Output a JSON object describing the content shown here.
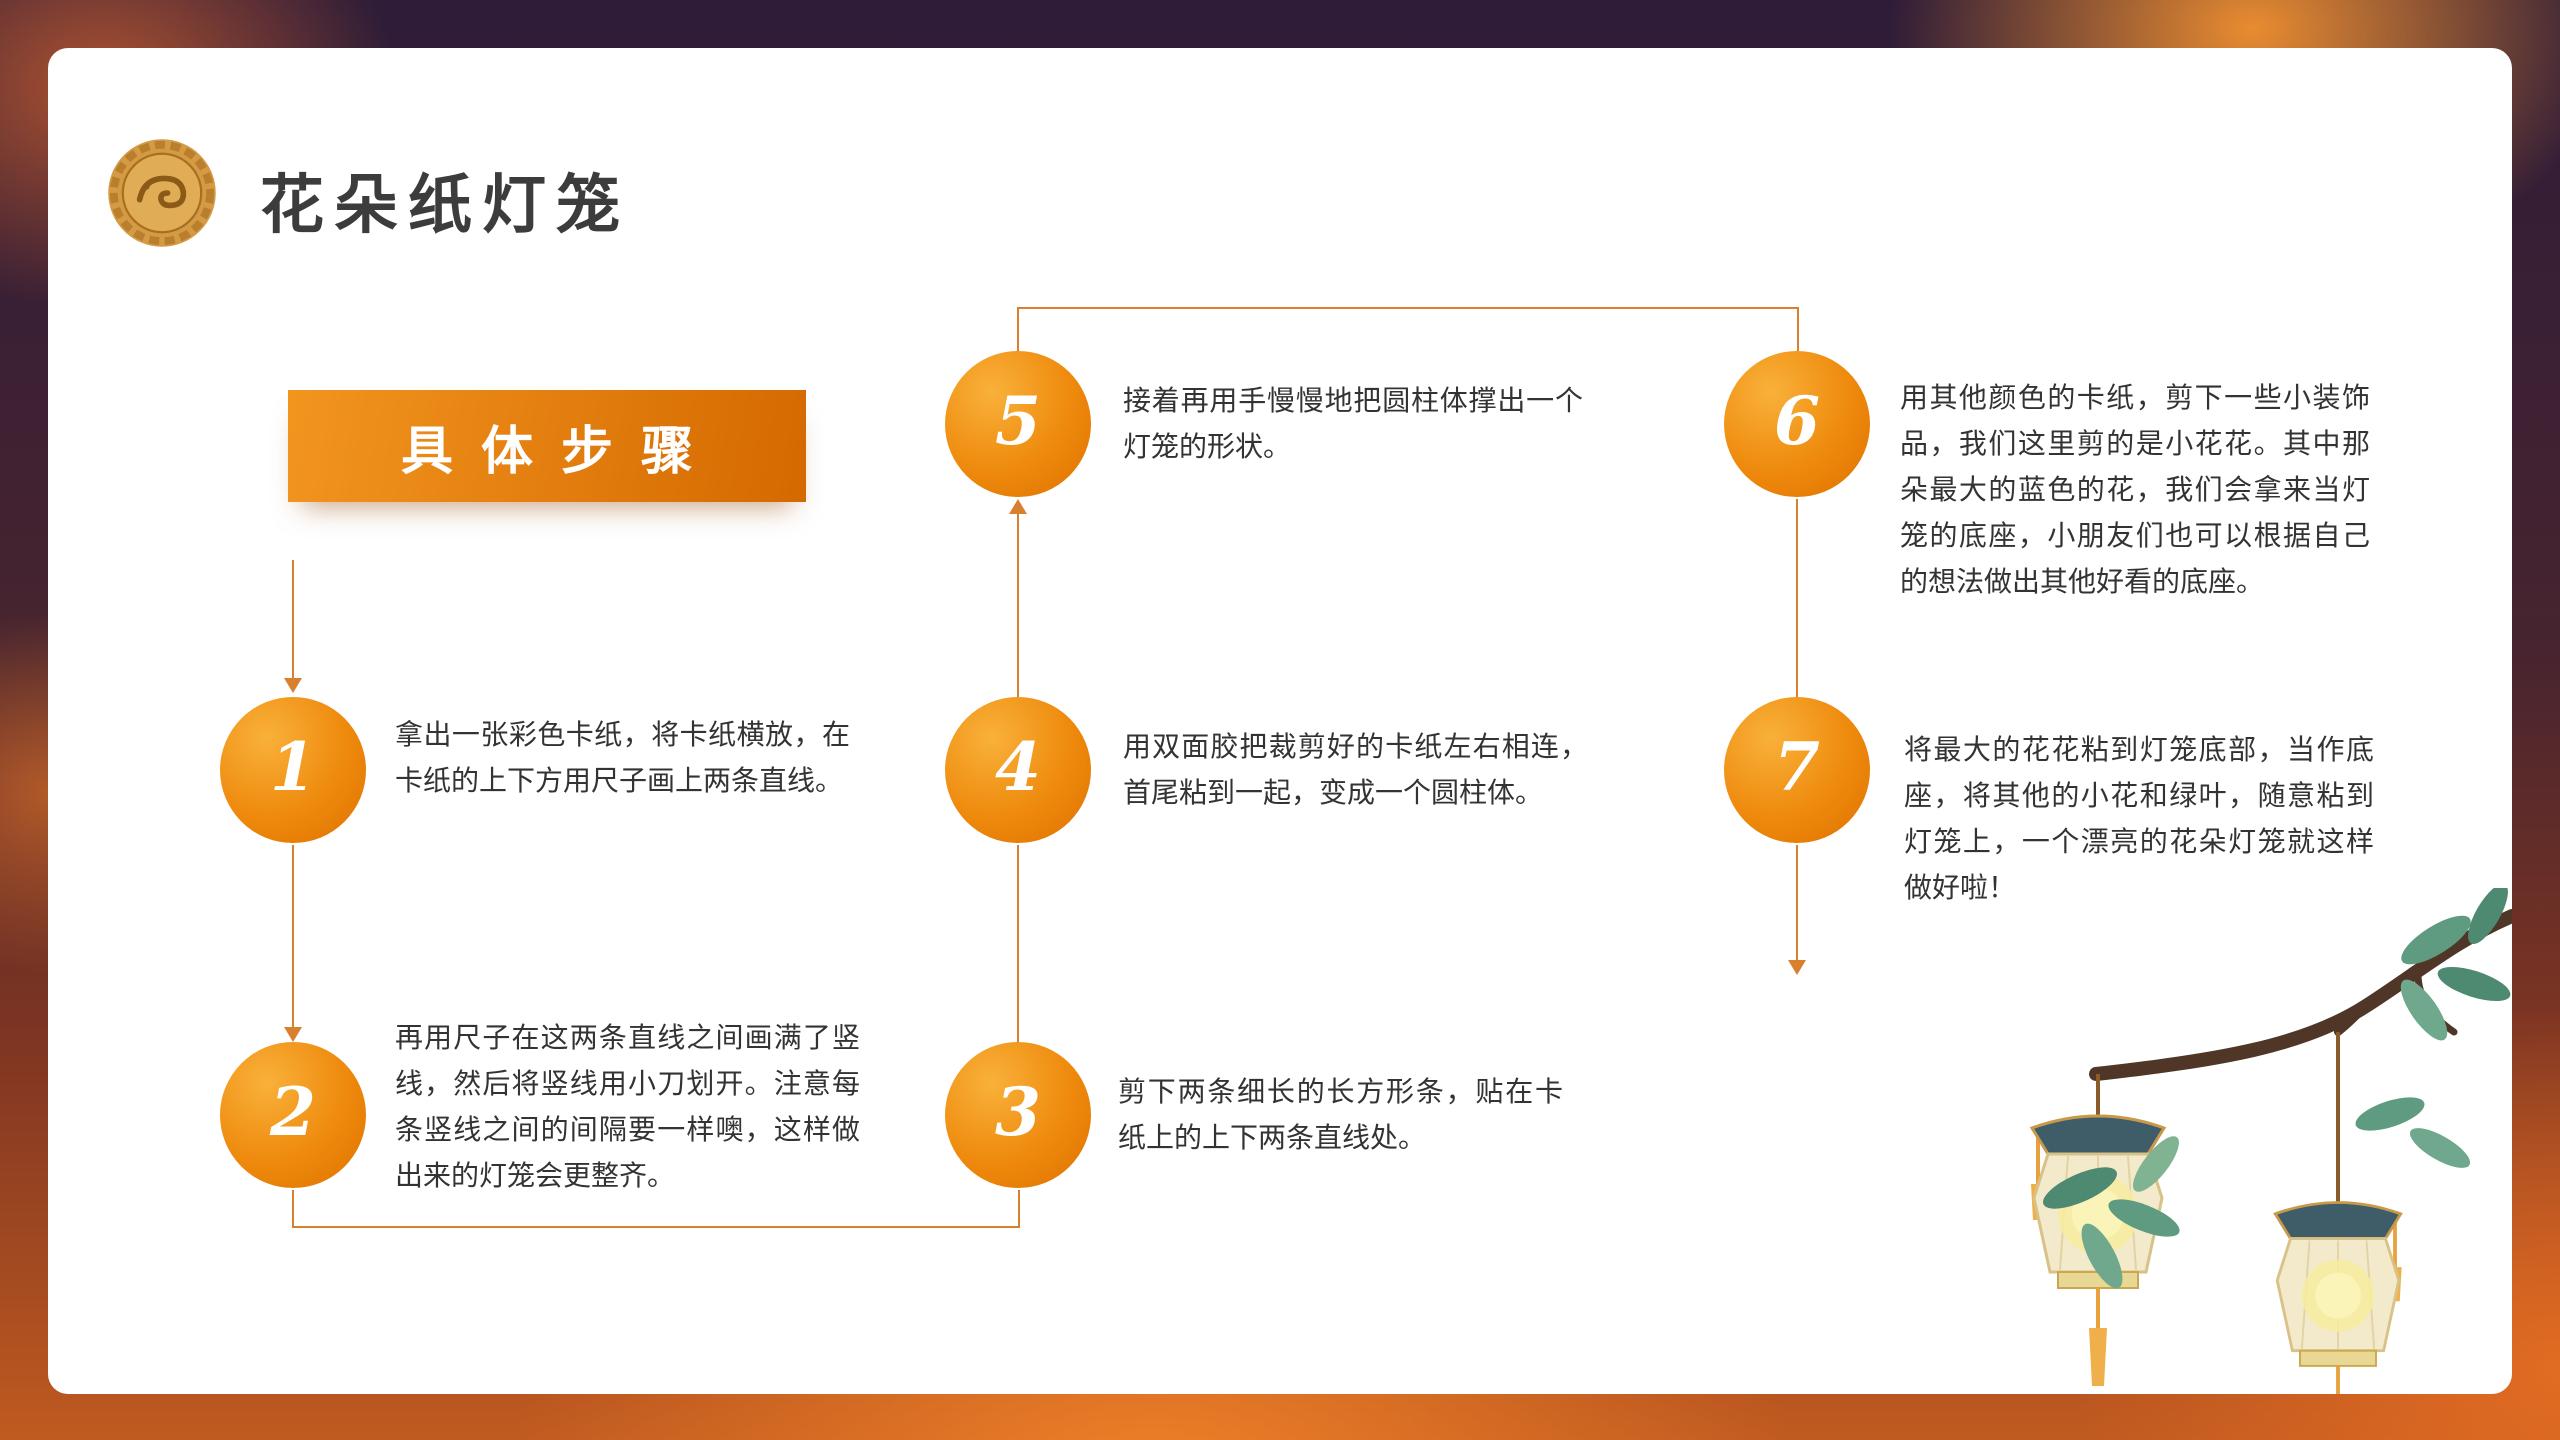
{
  "header": {
    "title": "花朵纸灯笼",
    "banner": "具体步骤"
  },
  "steps": [
    {
      "num": "1",
      "text": "拿出一张彩色卡纸，将卡纸横放，在卡纸的上下方用尺子画上两条直线。"
    },
    {
      "num": "2",
      "text": "再用尺子在这两条直线之间画满了竖线，然后将竖线用小刀划开。注意每条竖线之间的间隔要一样噢，这样做出来的灯笼会更整齐。"
    },
    {
      "num": "3",
      "text": "剪下两条细长的长方形条，贴在卡纸上的上下两条直线处。"
    },
    {
      "num": "4",
      "text": "用双面胶把裁剪好的卡纸左右相连，首尾粘到一起，变成一个圆柱体。"
    },
    {
      "num": "5",
      "text": "接着再用手慢慢地把圆柱体撑出一个灯笼的形状。"
    },
    {
      "num": "6",
      "text": "用其他颜色的卡纸，剪下一些小装饰品，我们这里剪的是小花花。其中那朵最大的蓝色的花，我们会拿来当灯笼的底座，小朋友们也可以根据自己的想法做出其他好看的底座。"
    },
    {
      "num": "7",
      "text": "将最大的花花粘到灯笼底部，当作底座，将其他的小花和绿叶，随意粘到灯笼上，一个漂亮的花朵灯笼就这样做好啦！"
    }
  ],
  "icons": {
    "logo": "mooncake-dragon-medallion",
    "illustration": "hanging-lanterns-with-branch-and-leaves"
  },
  "colors": {
    "accent_orange": "#E07818",
    "circle_gradient_start": "#F9B13A",
    "circle_gradient_end": "#DF7100",
    "banner_gradient_start": "#F2951F",
    "banner_gradient_end": "#D46900",
    "connector": "#D9802F",
    "title_text": "#3C3C3C",
    "body_text": "#333333",
    "card_background": "#FFFFFF"
  }
}
